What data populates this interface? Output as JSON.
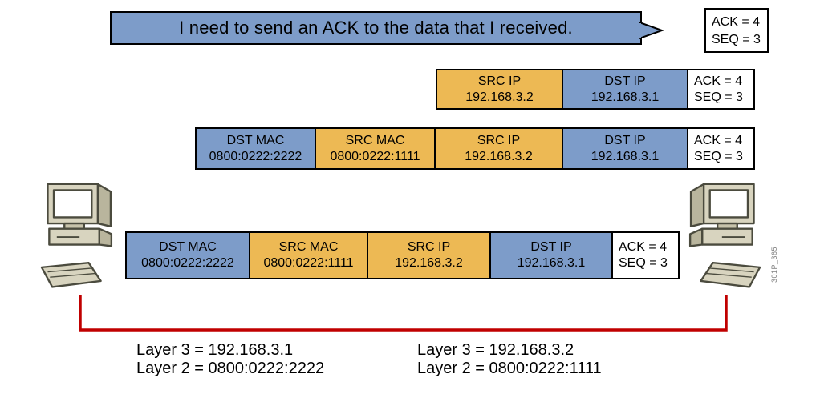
{
  "colors": {
    "field_blue": "#7D9CC9",
    "field_orange": "#EDB954",
    "cable_red": "#C00000",
    "computer_beige": "#D8D4BF"
  },
  "speech": {
    "text": "I need to send an ACK to the data that I received."
  },
  "top_box": {
    "l1": "ACK = 4",
    "l2": "SEQ = 3"
  },
  "rows": [
    {
      "cells": [
        {
          "l1": "SRC IP",
          "l2": "192.168.3.2"
        },
        {
          "l1": "DST IP",
          "l2": "192.168.3.1"
        },
        {
          "l1": "ACK = 4",
          "l2": "SEQ = 3"
        }
      ]
    },
    {
      "cells": [
        {
          "l1": "DST MAC",
          "l2": "0800:0222:2222"
        },
        {
          "l1": "SRC MAC",
          "l2": "0800:0222:1111"
        },
        {
          "l1": "SRC IP",
          "l2": "192.168.3.2"
        },
        {
          "l1": "DST IP",
          "l2": "192.168.3.1"
        },
        {
          "l1": "ACK = 4",
          "l2": "SEQ = 3"
        }
      ]
    },
    {
      "cells": [
        {
          "l1": "DST MAC",
          "l2": "0800:0222:2222"
        },
        {
          "l1": "SRC MAC",
          "l2": "0800:0222:1111"
        },
        {
          "l1": "SRC IP",
          "l2": "192.168.3.2"
        },
        {
          "l1": "DST IP",
          "l2": "192.168.3.1"
        },
        {
          "l1": "ACK = 4",
          "l2": "SEQ = 3"
        }
      ]
    }
  ],
  "hosts": {
    "left": {
      "l1": "Layer 3 = 192.168.3.1",
      "l2": "Layer 2 = 0800:0222:2222"
    },
    "right": {
      "l1": "Layer 3 = 192.168.3.2",
      "l2": "Layer 2 = 0800:0222:1111"
    }
  },
  "watermark": "301P_365"
}
